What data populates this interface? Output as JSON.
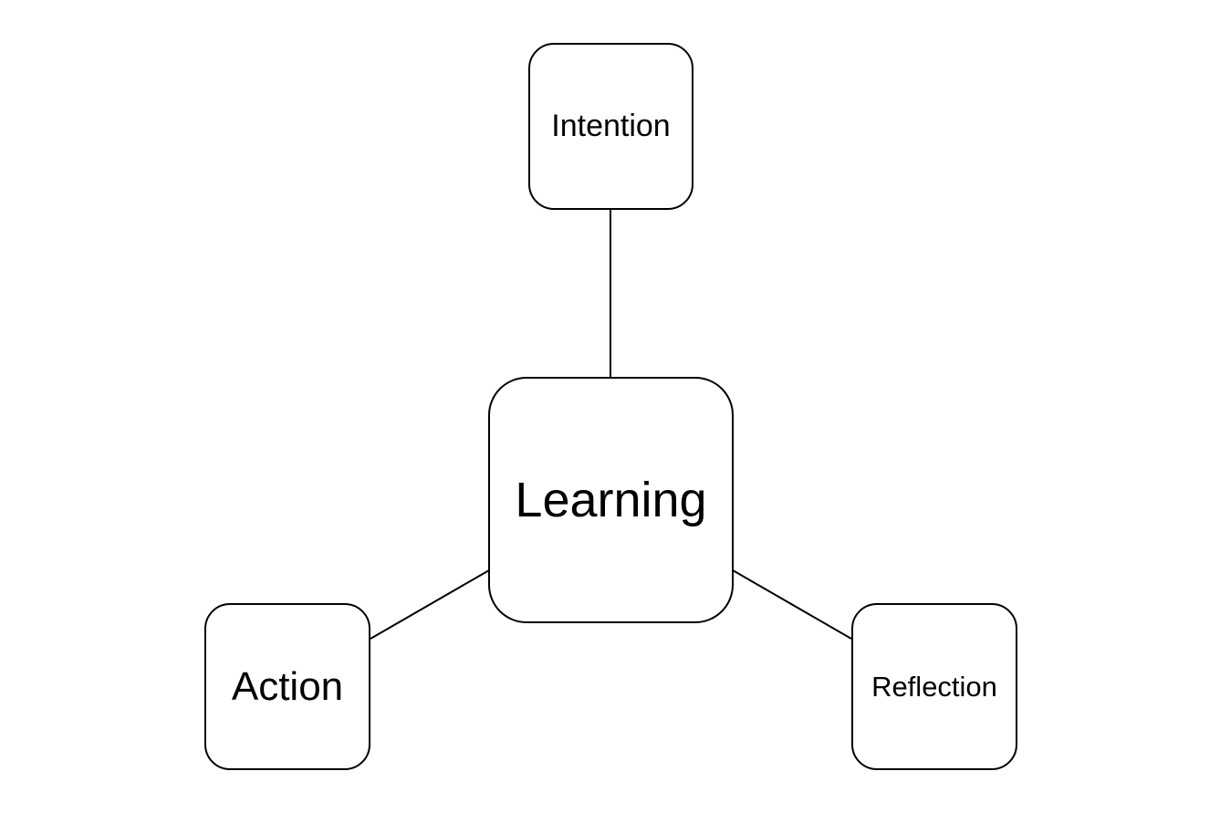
{
  "diagram": {
    "center": {
      "label": "Learning"
    },
    "nodes": [
      {
        "id": "intention",
        "label": "Intention"
      },
      {
        "id": "action",
        "label": "Action"
      },
      {
        "id": "reflection",
        "label": "Reflection"
      }
    ],
    "edges": [
      {
        "from": "learning",
        "to": "intention"
      },
      {
        "from": "learning",
        "to": "action"
      },
      {
        "from": "learning",
        "to": "reflection"
      }
    ]
  },
  "colors": {
    "stroke": "#000000",
    "background": "#ffffff",
    "text": "#000000"
  }
}
